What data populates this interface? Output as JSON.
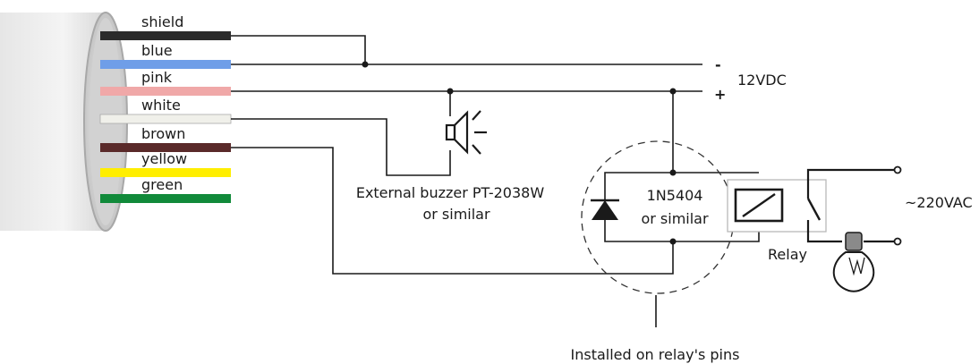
{
  "wires": [
    {
      "label": "shield",
      "color": "#2b2b2b"
    },
    {
      "label": "blue",
      "color": "#6f9ee8"
    },
    {
      "label": "pink",
      "color": "#f0a8a8"
    },
    {
      "label": "white",
      "color": "#f0f0ea"
    },
    {
      "label": "brown",
      "color": "#5a2a2a"
    },
    {
      "label": "yellow",
      "color": "#ffee00"
    },
    {
      "label": "green",
      "color": "#118a3a"
    }
  ],
  "supply": {
    "minus": "-",
    "plus": "+",
    "voltage": "12VDC"
  },
  "buzzer": {
    "line1": "External buzzer PT-2038W",
    "line2": "or similar"
  },
  "diode": {
    "line1": "1N5404",
    "line2": "or similar"
  },
  "relay": {
    "label": "Relay"
  },
  "ac": {
    "label": "~220VAC"
  },
  "note": {
    "label": "Installed on relay's pins"
  }
}
